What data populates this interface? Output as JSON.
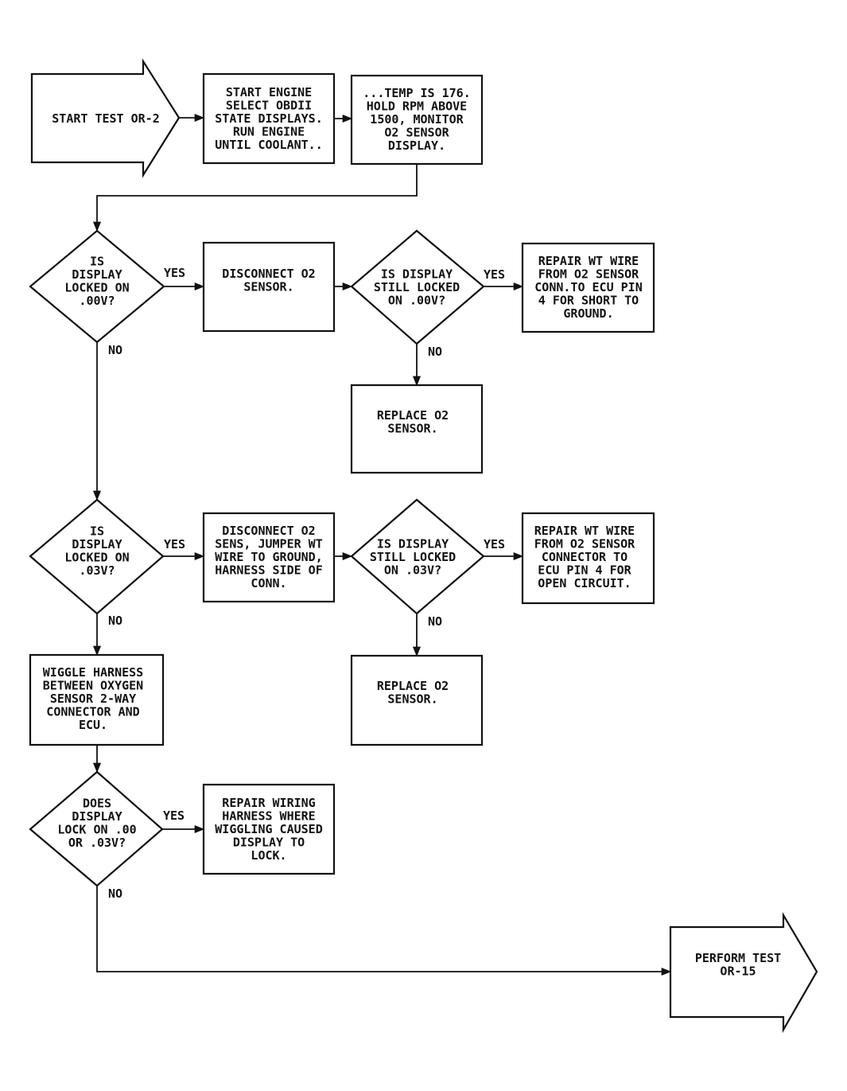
{
  "nodes": {
    "start": {
      "lines": [
        "START TEST OR-2"
      ]
    },
    "step1": {
      "lines": [
        "START ENGINE",
        "SELECT OBDII",
        "STATE DISPLAYS.",
        "RUN ENGINE",
        "UNTIL COOLANT.."
      ]
    },
    "step2": {
      "lines": [
        "...TEMP IS 176.",
        "HOLD RPM ABOVE",
        "1500, MONITOR",
        "O2 SENSOR",
        "DISPLAY."
      ]
    },
    "d1": {
      "lines": [
        "IS",
        "DISPLAY",
        "LOCKED ON",
        ".00V?"
      ]
    },
    "b1": {
      "lines": [
        "DISCONNECT O2",
        "SENSOR."
      ]
    },
    "d2": {
      "lines": [
        "IS DISPLAY",
        "STILL LOCKED",
        "ON .00V?"
      ]
    },
    "r1": {
      "lines": [
        "REPAIR WT WIRE",
        "FROM O2 SENSOR",
        "CONN.TO ECU PIN",
        "4 FOR SHORT TO",
        "GROUND."
      ]
    },
    "rep1": {
      "lines": [
        "REPLACE O2",
        "SENSOR."
      ]
    },
    "d3": {
      "lines": [
        "IS",
        "DISPLAY",
        "LOCKED ON",
        ".03V?"
      ]
    },
    "b2": {
      "lines": [
        "DISCONNECT O2",
        "SENS, JUMPER WT",
        "WIRE TO GROUND,",
        "HARNESS SIDE OF",
        "CONN."
      ]
    },
    "d4": {
      "lines": [
        "IS DISPLAY",
        "STILL LOCKED",
        "ON .03V?"
      ]
    },
    "r2": {
      "lines": [
        "REPAIR WT WIRE",
        "FROM O2 SENSOR",
        "CONNECTOR TO",
        "ECU PIN 4 FOR",
        "OPEN CIRCUIT."
      ]
    },
    "wig": {
      "lines": [
        "WIGGLE HARNESS",
        "BETWEEN OXYGEN",
        "SENSOR 2-WAY",
        "CONNECTOR AND",
        "ECU."
      ]
    },
    "rep2": {
      "lines": [
        "REPLACE O2",
        "SENSOR."
      ]
    },
    "d5": {
      "lines": [
        "DOES",
        "DISPLAY",
        "LOCK ON .00",
        "OR .03V?"
      ]
    },
    "r3": {
      "lines": [
        "REPAIR WIRING",
        "HARNESS WHERE",
        "WIGGLING CAUSED",
        "DISPLAY TO",
        "LOCK."
      ]
    },
    "end": {
      "lines": [
        "PERFORM TEST",
        "OR-15"
      ]
    }
  },
  "edge_labels": {
    "d1_yes": "YES",
    "d1_no": "NO",
    "d2_yes": "YES",
    "d2_no": "NO",
    "d3_yes": "YES",
    "d3_no": "NO",
    "d4_yes": "YES",
    "d4_no": "NO",
    "d5_yes": "YES",
    "d5_no": "NO"
  }
}
